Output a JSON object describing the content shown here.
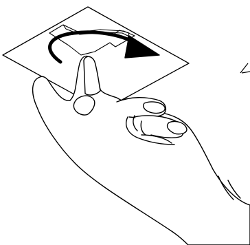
{
  "figure": {
    "background": "#ffffff",
    "line_color": "#000000",
    "fill_color": "#ffffff",
    "elements": [
      {
        "id": "card",
        "label": "",
        "icon": "card-icon"
      },
      {
        "id": "rotate-arrow",
        "label": "",
        "icon": "curved-arrow-icon"
      },
      {
        "id": "hand",
        "label": "",
        "icon": "hand-icon"
      },
      {
        "id": "second-card-edge",
        "label": "",
        "icon": "card-edge-icon"
      }
    ]
  }
}
